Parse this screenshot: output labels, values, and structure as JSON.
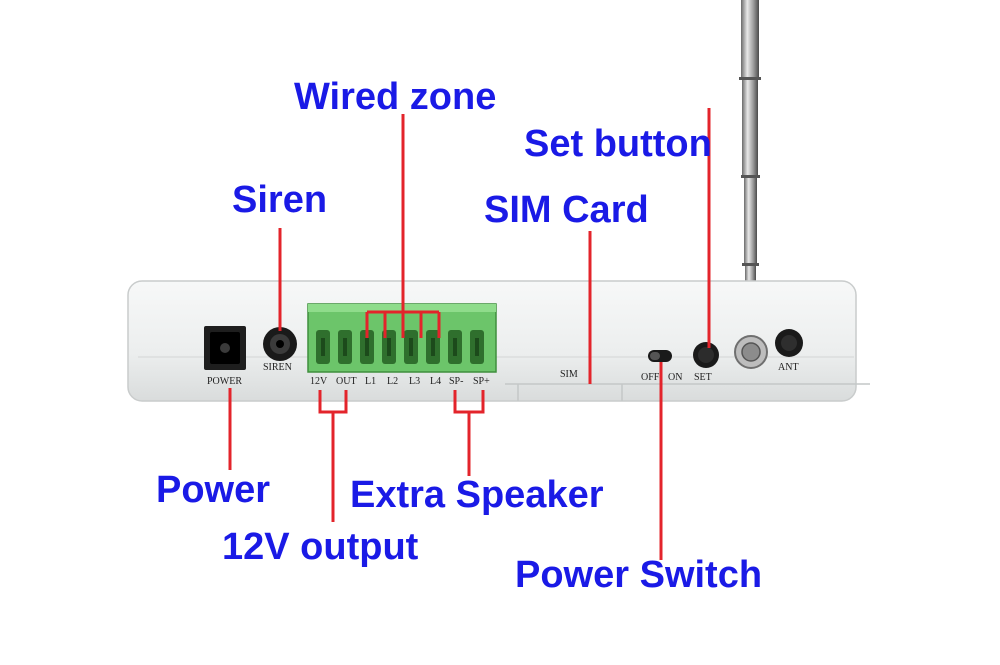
{
  "callouts": {
    "wired_zone": "Wired zone",
    "set_button": "Set button",
    "siren": "Siren",
    "sim_card": "SIM Card",
    "power": "Power",
    "extra_speaker": "Extra Speaker",
    "output_12v": "12V output",
    "power_switch": "Power Switch"
  },
  "panel_labels": {
    "power": "POWER",
    "siren": "SIREN",
    "terminal_12v": "12V",
    "terminal_out": "OUT",
    "terminal_l1": "L1",
    "terminal_l2": "L2",
    "terminal_l3": "L3",
    "terminal_l4": "L4",
    "terminal_sp_minus": "SP-",
    "terminal_sp_plus": "SP+",
    "sim": "SIM",
    "off": "OFF",
    "on": "ON",
    "set": "SET",
    "ant": "ANT"
  },
  "colors": {
    "label_text": "#1a1ae6",
    "leader_line": "#e3242b",
    "terminal_block": "#6cc56a",
    "device_body": "#eef0f0"
  }
}
